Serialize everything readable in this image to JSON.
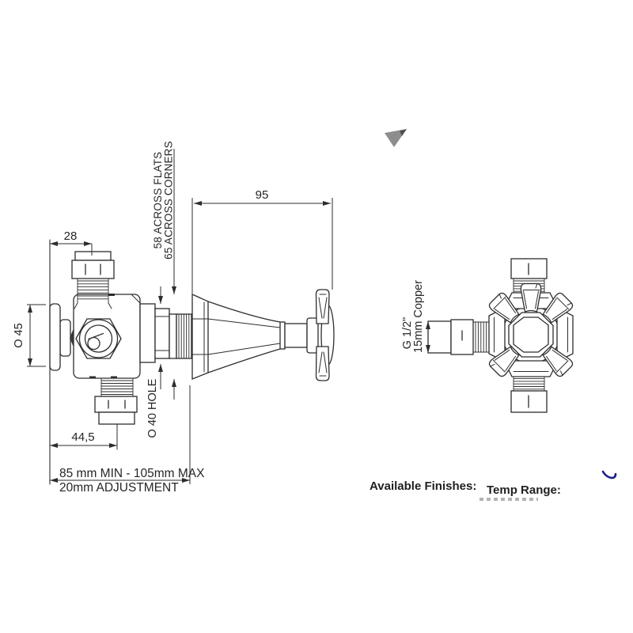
{
  "drawing": {
    "side_view": {
      "dim_28": "28",
      "dim_95": "95",
      "dim_across_flats": "58 ACROSS FLATS",
      "dim_across_corners": "65 ACROSS CORNERS",
      "dim_o45": "O 45",
      "dim_o40_hole": "O 40 HOLE",
      "dim_44_5": "44,5",
      "dim_min_max": "85 mm MIN - 105mm MAX",
      "dim_adjustment": "20mm ADJUSTMENT"
    },
    "front_view": {
      "dim_thread": "G 1/2\"",
      "dim_pipe": "15mm Copper"
    }
  },
  "footer": {
    "available_finishes_label": "Available Finishes:",
    "temp_range_label": "Temp Range:"
  },
  "colors": {
    "line": "#2d2d2d",
    "text": "#262626",
    "artifact_gray": "#8d8d8d",
    "artifact_navy": "#1d1d8f"
  }
}
